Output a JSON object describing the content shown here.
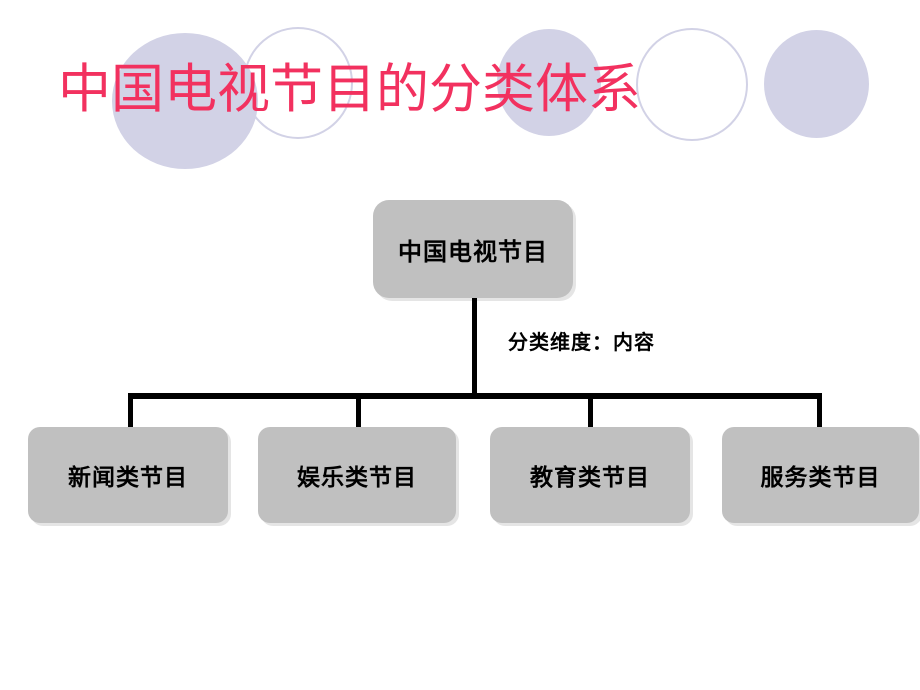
{
  "slide": {
    "title": "中国电视节目的分类体系",
    "title_color": "#f2315f",
    "background_color": "#ffffff"
  },
  "decorations": {
    "circle_color": "#d2d2e6",
    "circles": [
      {
        "name": "decorative-circle-1",
        "style": "filled"
      },
      {
        "name": "decorative-circle-2",
        "style": "outlined"
      },
      {
        "name": "decorative-circle-3",
        "style": "filled"
      },
      {
        "name": "decorative-circle-4",
        "style": "outlined"
      },
      {
        "name": "decorative-circle-5",
        "style": "filled"
      }
    ]
  },
  "diagram": {
    "type": "hierarchy-tree",
    "node_fill": "#c0c0c0",
    "connector_color": "#000000",
    "root": {
      "label": "中国电视节目"
    },
    "edge_label": "分类维度：内容",
    "children": [
      {
        "label": "新闻类节目"
      },
      {
        "label": "娱乐类节目"
      },
      {
        "label": "教育类节目"
      },
      {
        "label": "服务类节目"
      }
    ]
  }
}
